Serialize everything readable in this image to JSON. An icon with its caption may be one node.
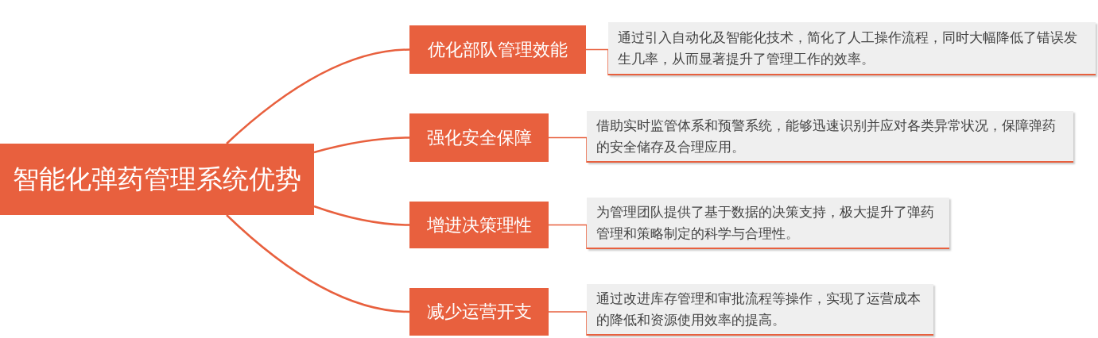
{
  "diagram": {
    "nodes": [
      {
        "text": [
          "智能化弹药管理系统优势"
        ]
      },
      {
        "text": [
          "优化部队管理效能"
        ]
      },
      {
        "text": [
          "通过引入自动化及智能化技术，简化了人工操作流程，同时大幅降低了错误发生几率，从而显著提升了管理工作的效率。"
        ]
      },
      {
        "text": [
          "强化安全保障"
        ]
      },
      {
        "text": [
          "借助实时监管体系和预警系统，能够迅速识别并应对各类异常状况，保障弹药的安全储存及合理应用。"
        ]
      },
      {
        "text": [
          "增进决策理性"
        ]
      },
      {
        "text": [
          "为管理团队提供了基于数据的决策支持，极大提升了弹药管理和策略制定的科学与合理性。"
        ]
      },
      {
        "text": [
          "减少运营开支"
        ]
      },
      {
        "text": [
          "通过改进库存管理和审批流程等操作，实现了运营成本的降低和资源使用效率的提高。"
        ]
      }
    ],
    "edges": [
      {
        "from": 0,
        "to": 1,
        "arrow": "none"
      },
      {
        "from": 0,
        "to": 3,
        "arrow": "none"
      },
      {
        "from": 0,
        "to": 5,
        "arrow": "none"
      },
      {
        "from": 0,
        "to": 7,
        "arrow": "none"
      },
      {
        "from": 1,
        "to": 2,
        "arrow": "none"
      },
      {
        "from": 3,
        "to": 4,
        "arrow": "none"
      },
      {
        "from": 5,
        "to": 6,
        "arrow": "none"
      },
      {
        "from": 7,
        "to": 8,
        "arrow": "none"
      }
    ]
  }
}
